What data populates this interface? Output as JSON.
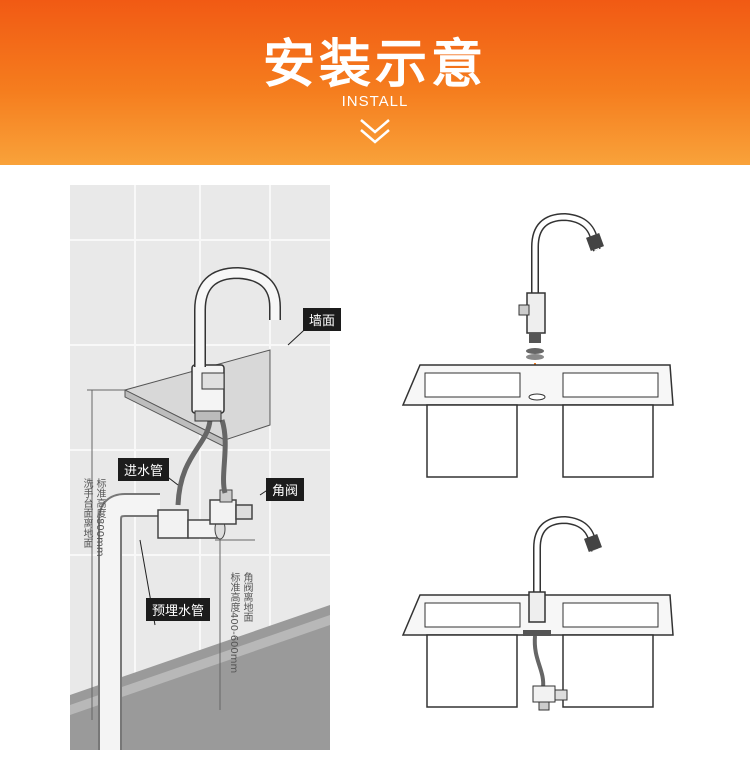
{
  "header": {
    "title": "安装示意",
    "subtitle": "INSTALL"
  },
  "labels": {
    "wall": "墙面",
    "inlet_pipe": "进水管",
    "angle_valve": "角阀",
    "embedded_pipe": "预埋水管",
    "basin_height_1": "洗手台面离地面",
    "basin_height_2": "标准高度800mm",
    "valve_height_1": "角阀离地面",
    "valve_height_2": "标准高度400-600mm"
  },
  "colors": {
    "header_top": "#f15a14",
    "header_bottom": "#f9a23a",
    "arrow": "#f07c22",
    "label_bg": "#1c1c1c"
  },
  "icons": {
    "chevron": "double-chevron-down-icon"
  }
}
